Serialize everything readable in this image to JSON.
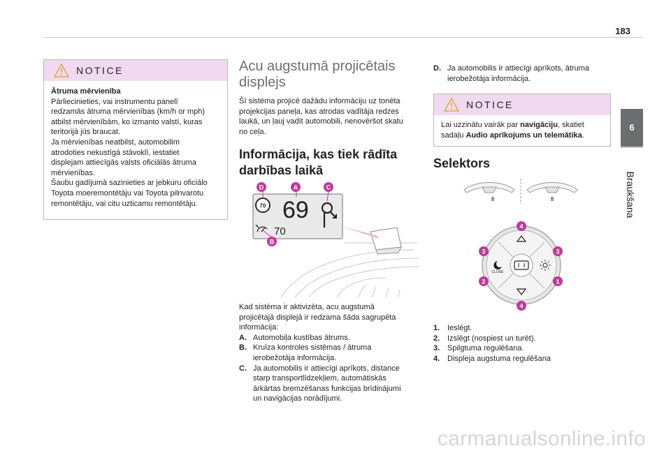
{
  "page": {
    "number": "183"
  },
  "side_tab": {
    "chapter": "6",
    "label": "Braukšana"
  },
  "left_notice": {
    "title": "NOTICE",
    "heading": "Ātruma mērvienība",
    "lines": [
      "Pārliecinieties, vai instrumentu panelī",
      "redzamās ātruma mērvienības (km/h or mph)",
      "atbilst mērvienībām, ko izmanto valstī, kuras",
      "teritorijā jūs braucat.",
      "Ja mērvienības neatbilst, automobilim",
      "atrodoties nekustīgā stāvoklī, iestatiet",
      "displejam attiecīgās valsts oficiālās ātruma",
      "mērvienības.",
      "Šaubu gadījumā sazinieties ar jebkuru oficiālo",
      "Toyota moeremontētāju vai Toyota pilnvarotu",
      "remontētāju, vai citu uzticamu remontētāju."
    ]
  },
  "middle": {
    "title_line1": "Acu augstumā projicētais",
    "title_line2": "displejs",
    "intro": [
      "Šī sistēma projicē dažādu informāciju uz tonēta",
      "projekcijas paneļa, kas atrodas vadītāja redzes",
      "laukā, un ļauj vadīt automobili, nenovēršot skatu",
      "no ceļa."
    ],
    "section_line1": "Informācija, kas tiek rādīta",
    "section_line2": "darbības laikā",
    "figure": {
      "label_d": "D",
      "label_a": "A",
      "label_c": "C",
      "label_b": "B",
      "speed": "69",
      "sign": "70",
      "cruise": "70"
    },
    "after": [
      "Kad sistēma ir aktivizēta, acu augstumā",
      "projicētajā displejā ir redzama šāda sagrupēta",
      "informācija:"
    ],
    "items": [
      {
        "key": "A.",
        "lines": [
          "Automobiļa kustības ātrums."
        ]
      },
      {
        "key": "B.",
        "lines": [
          "Kruīza kontroles sistēmas / ātruma",
          "ierobežotāja informācija."
        ]
      },
      {
        "key": "C.",
        "lines": [
          "Ja automobilis ir attiecīgi aprīkots, distance",
          "starp transportlīdzekļiem, automātiskās",
          "ārkārtas bremzēšanas funkcijas brīdinājumi",
          "un navigācijas norādījumi."
        ]
      }
    ]
  },
  "right": {
    "item_d": {
      "key": "D.",
      "lines": [
        "Ja automobilis ir attiecīgi aprīkots, ātruma",
        "ierobežotāja informācija."
      ]
    },
    "notice": {
      "title": "NOTICE",
      "line1_prefix": "Lai uzzinātu vairāk par ",
      "line1_bold": "navigāciju",
      "line1_suffix": ", skatiet",
      "line2_prefix": "sadaļu ",
      "line2_bold": "Audio aprīkojums un telemātika",
      "line2_suffix": "."
    },
    "section": "Selektors",
    "dial": {
      "n4": "4",
      "n3": "3",
      "n2": "2",
      "n1": "1",
      "close": "CLOSE"
    },
    "list": [
      {
        "key": "1.",
        "text": "Ieslēgt."
      },
      {
        "key": "2.",
        "text": "Izslēgt (nospiest un turēt)."
      },
      {
        "key": "3.",
        "text": "Spilgtuma regulēšana."
      },
      {
        "key": "4.",
        "text": "Displeja augstuma regulēšana"
      }
    ]
  },
  "watermark": "carmanualsonline.info",
  "colors": {
    "notice_header": "#f1daf1",
    "marker": "#c0399b",
    "tab": "#6d6e70"
  }
}
